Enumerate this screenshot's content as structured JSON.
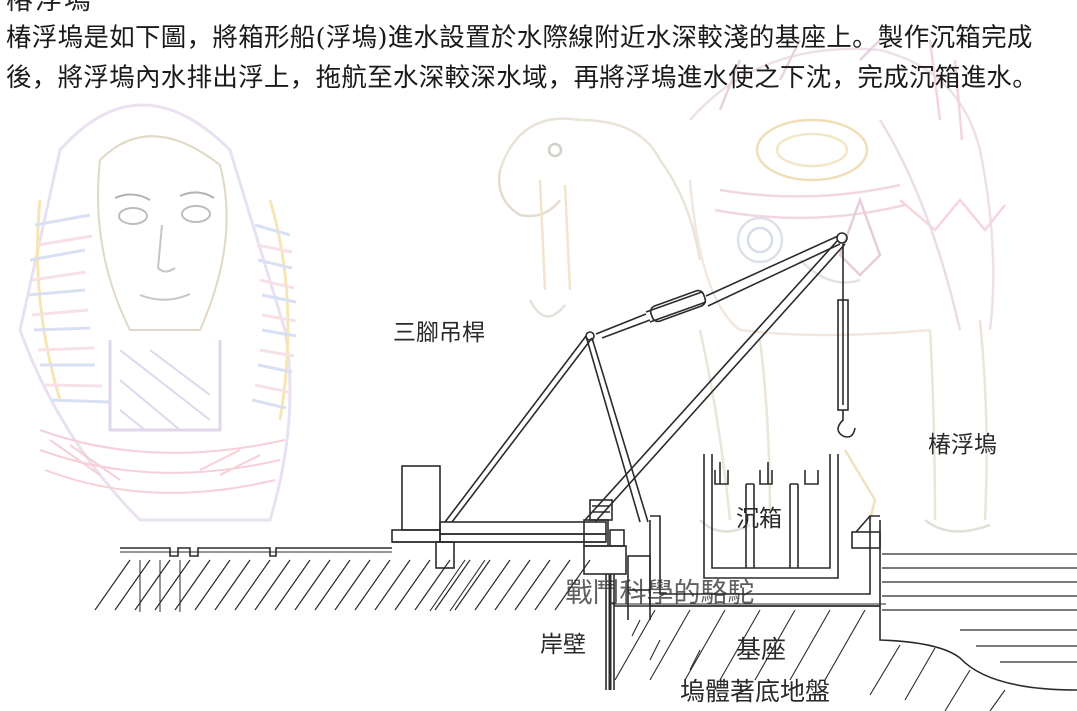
{
  "heading_partial": "椿浮塢",
  "paragraph": "椿浮塢是如下圖，將箱形船(浮塢)進水設置於水際線附近水深較淺的基座上。製作沉箱完成後，將浮塢內水排出浮上，拖航至水深較深水域，再將浮塢進水使之下沈，完成沉箱進水。",
  "figure": {
    "labels": {
      "crane": "三腳吊桿",
      "dock": "椿浮塢",
      "caisson": "沉箱",
      "quay_wall": "岸壁",
      "base": "基座",
      "ground": "塢體著底地盤"
    },
    "watermark": "戰鬥科學的駱駝"
  }
}
